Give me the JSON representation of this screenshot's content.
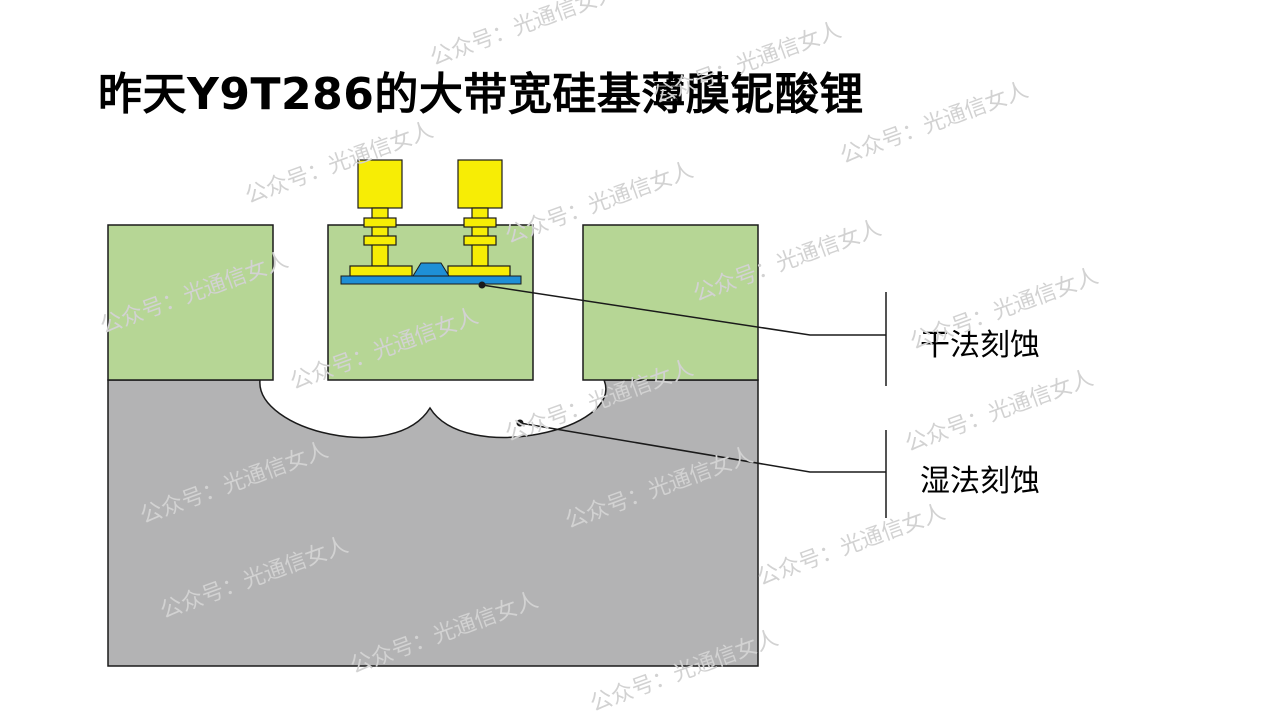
{
  "title": "昨天Y9T286的大带宽硅基薄膜铌酸锂",
  "labels": {
    "dry_etch": "干法刻蚀",
    "wet_etch": "湿法刻蚀"
  },
  "watermark": "公众号：光通信女人",
  "colors": {
    "substrate": "#b3b3b4",
    "cladding": "#b6d695",
    "electrode": "#f7ed05",
    "waveguide": "#1e8fd6",
    "outline": "#1a1a1a"
  }
}
